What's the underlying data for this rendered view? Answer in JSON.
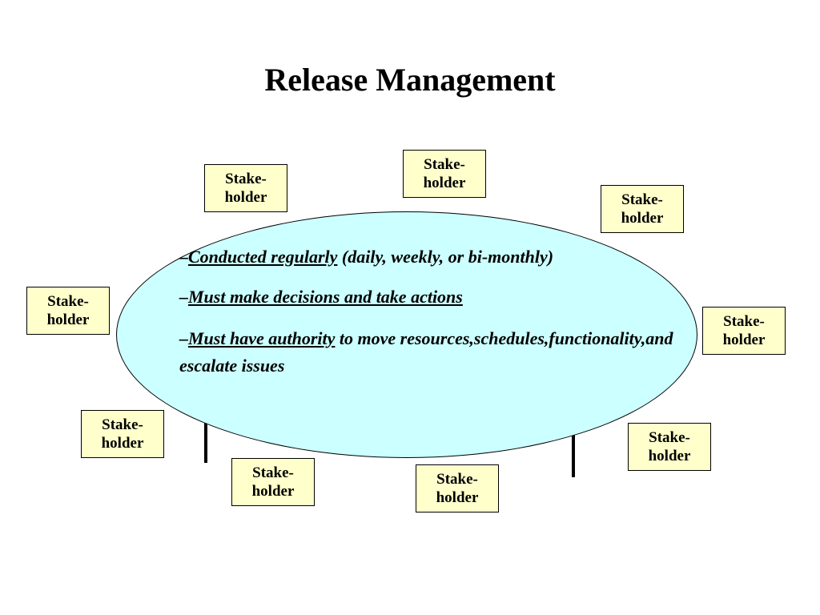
{
  "title": "Release Management",
  "colors": {
    "ellipse_fill": "#ccffff",
    "box_fill": "#ffffcc",
    "outline": "#000000"
  },
  "stakeholder_label": "Stake-\nholder",
  "bullets": [
    {
      "dash": "–",
      "underlined": "Conducted regularly",
      "rest": " (daily, weekly, or bi-monthly)"
    },
    {
      "dash": "–",
      "underlined": "Must make decisions and take actions",
      "rest": ""
    },
    {
      "dash": "–",
      "underlined": "Must have authority",
      "rest": " to move resources,schedules,functionality,and  escalate issues"
    }
  ]
}
